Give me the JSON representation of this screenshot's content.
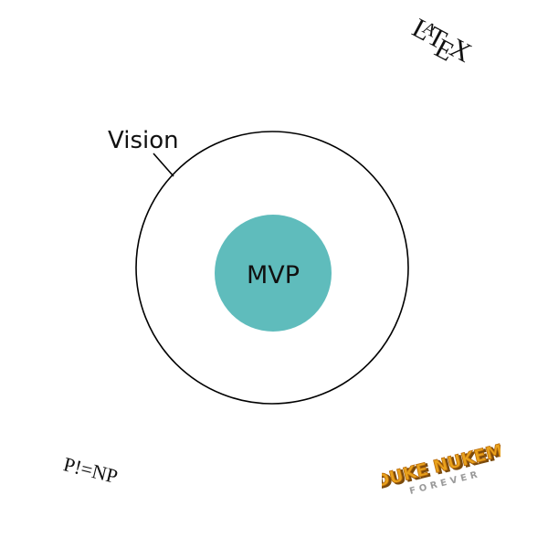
{
  "diagram": {
    "outer_label": "Vision",
    "inner_label": "MVP",
    "colors": {
      "inner_fill": "#5fbcbc",
      "outer_stroke": "#000000",
      "label": "#111111"
    }
  },
  "decorations": {
    "latex_logo": {
      "text": "LaTeX",
      "letters": [
        "L",
        "A",
        "T",
        "E",
        "X"
      ]
    },
    "p_neq_np": "P!=NP",
    "duke_nukem_logo": {
      "line1": "DUKE NUKEM",
      "line2": "FOREVER",
      "colors": {
        "fill": "#e8a21c",
        "shadow": "#7a4a0c",
        "sub": "#9a9a9a"
      }
    }
  }
}
